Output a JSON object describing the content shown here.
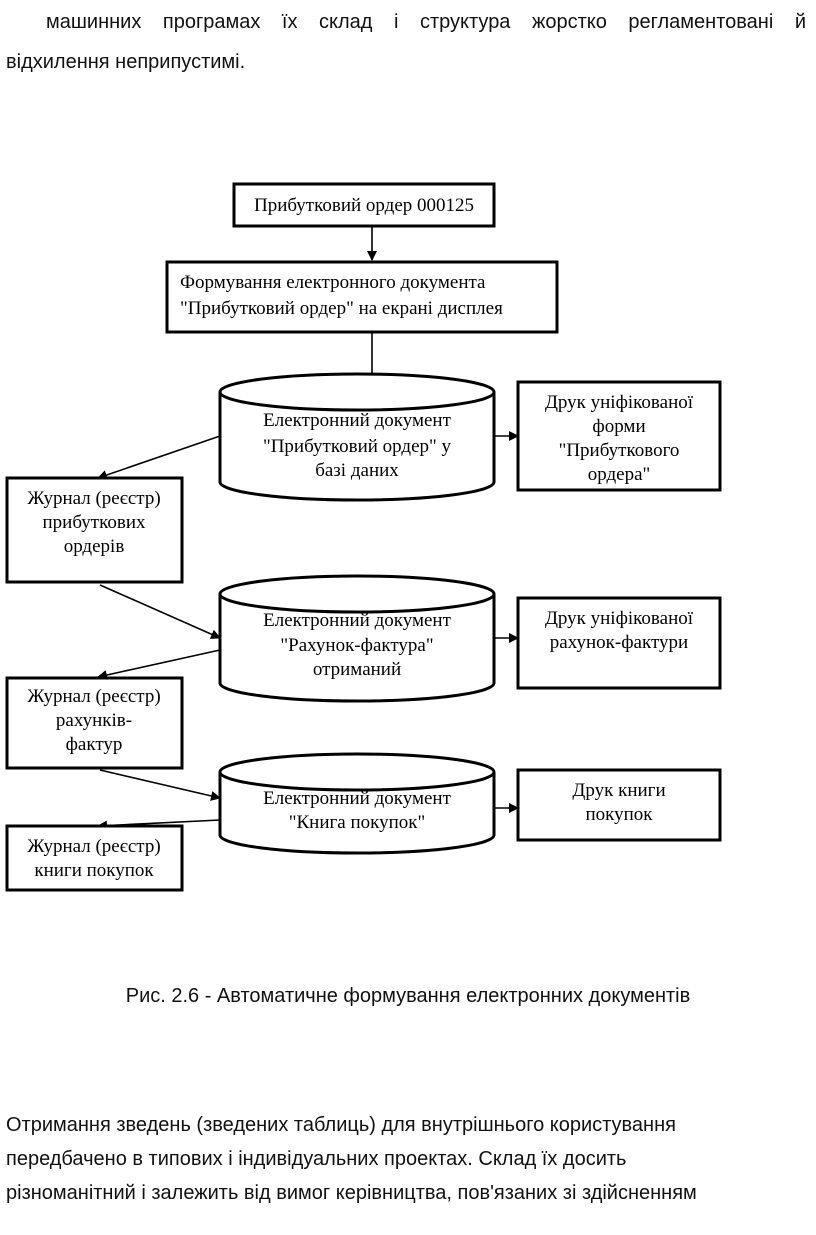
{
  "top_paragraph": {
    "line1": "машинних програмах їх склад і структура жорстко регламентовані й",
    "line2": "відхилення неприпустимі."
  },
  "diagram": {
    "order": [
      "Прибутковий ордер 000125"
    ],
    "forming": [
      "Формування електронного документа",
      "\"Прибутковий ордер\" на екрані дисплея"
    ],
    "db_receipt": [
      "Електронний документ",
      "\"Прибутковий ордер\" у",
      "базі даних"
    ],
    "print_form": [
      "Друк уніфікованої",
      "форми",
      "\"Прибуткового",
      "ордера\""
    ],
    "journal_receipts": [
      "Журнал (реєстр)",
      "прибуткових",
      "ордерів"
    ],
    "db_invoice": [
      "Електронний документ",
      "\"Рахунок-фактура\"",
      "отриманий"
    ],
    "print_invoice": [
      "Друк уніфікованої",
      "рахунок-фактури"
    ],
    "journal_invoices": [
      "Журнал (реєстр)",
      "рахунків-",
      "фактур"
    ],
    "db_book": [
      "Електронний документ",
      "\"Книга покупок\""
    ],
    "print_book": [
      "Друк книги",
      "покупок"
    ],
    "journal_book": [
      "Журнал (реєстр)",
      "книги покупок"
    ]
  },
  "caption": "Рис. 2.6 - Автоматичне формування електронних документів",
  "bottom_paragraph": {
    "line1": "Отримання зведень (зведених таблиць) для внутрішнього користування",
    "line2": "передбачено в типових і індивідуальних проектах. Склад їх досить",
    "line3": "різноманітний і залежить від вимог керівництва, пов'язаних зі здійсненням"
  }
}
